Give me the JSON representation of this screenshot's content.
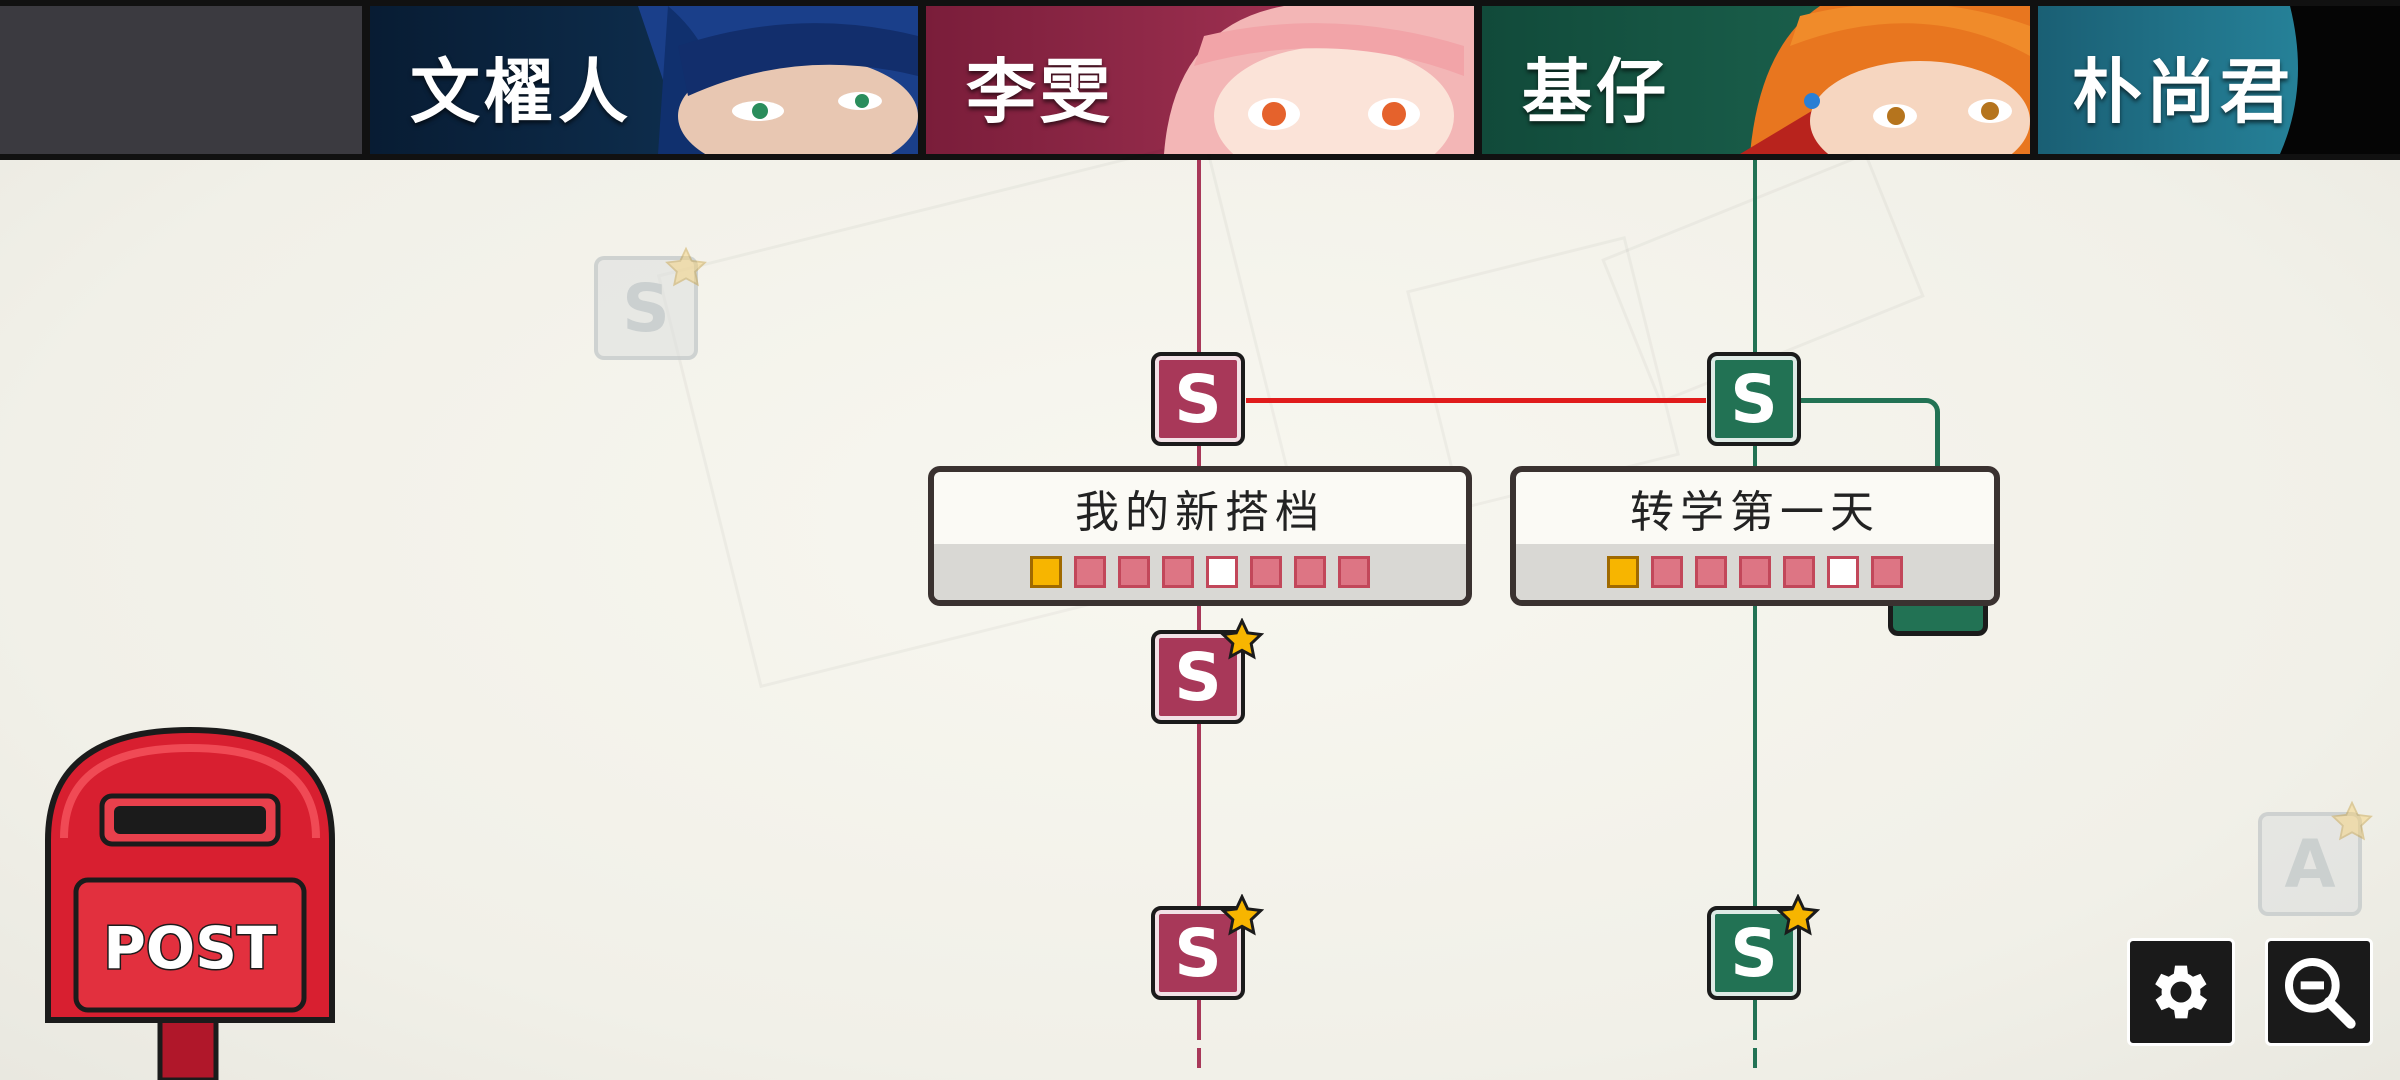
{
  "characters": [
    {
      "name": "文櫂人",
      "bg": "#0d2a4a"
    },
    {
      "name": "李雯",
      "bg": "#9b2a48"
    },
    {
      "name": "基仔",
      "bg": "#1f6b55"
    },
    {
      "name": "朴尚君",
      "bg": "#1f6f86"
    }
  ],
  "colors": {
    "route_pink": "#a83859",
    "route_green": "#227254",
    "link_red": "#e01b1b",
    "star_gold": "#f7b500"
  },
  "nodes": {
    "letter": "S",
    "faded_left_letter": "S",
    "faded_right_letter": "A"
  },
  "cards": [
    {
      "title": "我的新搭档",
      "squares": [
        "gold",
        "filled",
        "filled",
        "filled",
        "empty",
        "filled",
        "filled",
        "filled"
      ]
    },
    {
      "title": "转学第一天",
      "squares": [
        "gold",
        "filled",
        "filled",
        "filled",
        "filled",
        "empty",
        "filled"
      ]
    }
  ],
  "mailbox": {
    "label": "POST"
  },
  "icons": {
    "settings": "gear-icon",
    "zoom": "zoom-out-icon",
    "star": "star-icon"
  }
}
